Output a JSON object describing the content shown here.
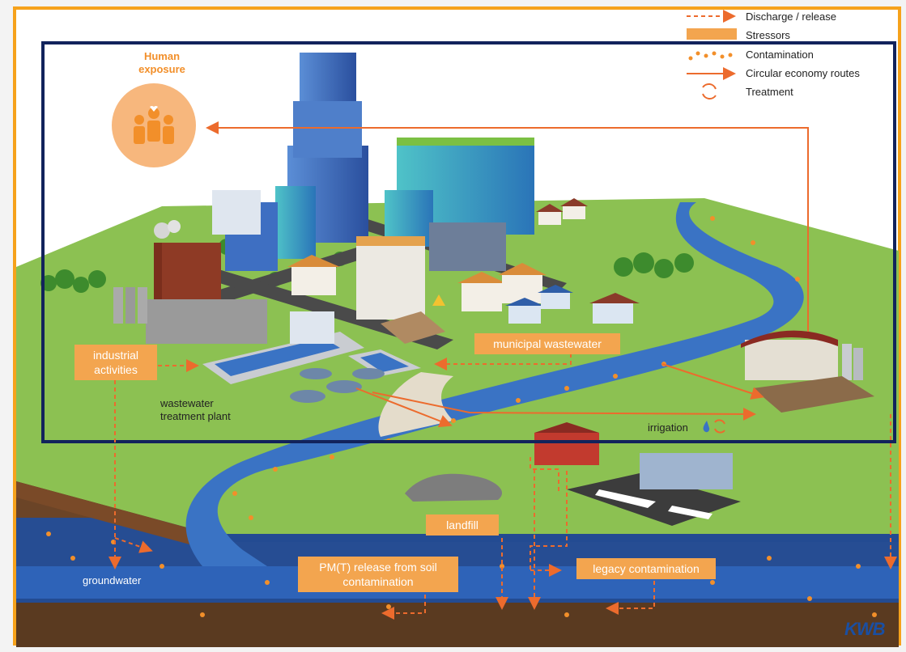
{
  "legend": {
    "discharge": "Discharge / release",
    "stressors": "Stressors",
    "contamination": "Contamination",
    "circular": "Circular economy routes",
    "treatment": "Treatment"
  },
  "human_exposure": {
    "line1": "Human",
    "line2": "exposure"
  },
  "labels": {
    "industrial_line1": "industrial",
    "industrial_line2": "activities",
    "municipal": "municipal wastewater",
    "wwtp_line1": "wastewater",
    "wwtp_line2": "treatment plant",
    "irrigation": "irrigation",
    "landfill": "landfill",
    "pmt_line1": "PM(T) release from soil",
    "pmt_line2": "contamination",
    "legacy": "legacy contamination",
    "groundwater": "groundwater"
  },
  "logo": "KWB",
  "colors": {
    "orange": "#f3a54f",
    "arrow": "#ec6b2d",
    "navy": "#12235c",
    "grass": "#8cc152",
    "water": "#3a73c4",
    "soil": "#5e3a22"
  }
}
